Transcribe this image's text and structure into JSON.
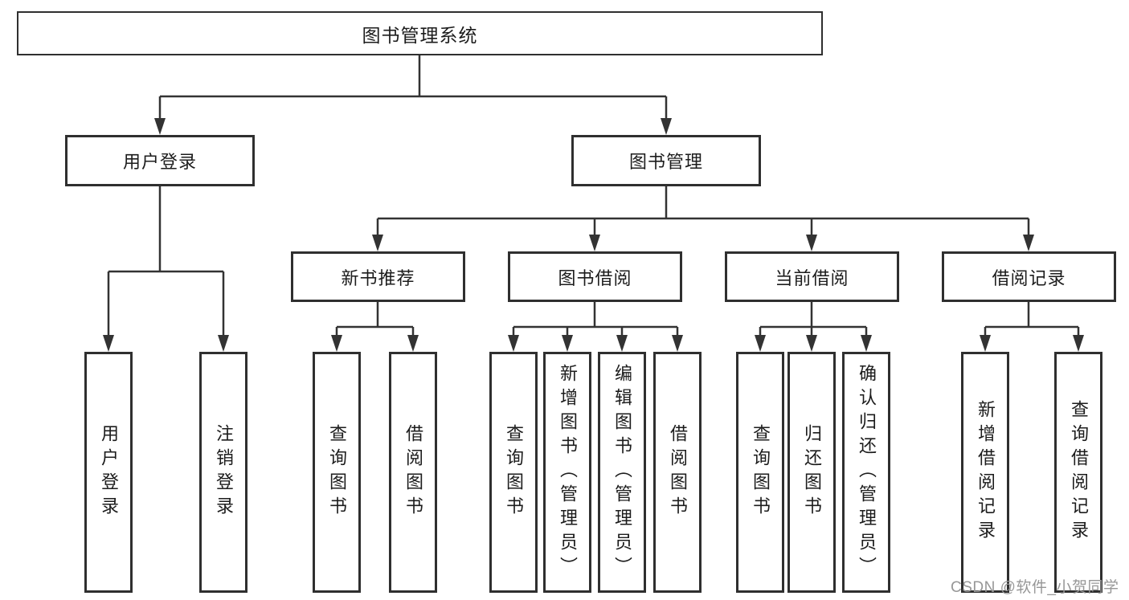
{
  "tree": {
    "root": "图书管理系统",
    "level2": [
      {
        "label": "用户登录",
        "children": [
          "用户登录",
          "注销登录"
        ]
      },
      {
        "label": "图书管理",
        "children": [
          {
            "label": "新书推荐",
            "children": [
              "查询图书",
              "借阅图书"
            ]
          },
          {
            "label": "图书借阅",
            "children": [
              "查询图书",
              "新增图书（管理员）",
              "编辑图书（管理员）",
              "借阅图书"
            ]
          },
          {
            "label": "当前借阅",
            "children": [
              "查询图书",
              "归还图书",
              "确认归还（管理员）"
            ]
          },
          {
            "label": "借阅记录",
            "children": [
              "新增借阅记录",
              "查询借阅记录"
            ]
          }
        ]
      }
    ]
  },
  "colors": {
    "line": "#333333",
    "border": "#2f2f2f",
    "text": "#1c1c1c",
    "watermark": "#979797"
  },
  "watermark": {
    "text": "CSDN @软件_小贺同学"
  }
}
